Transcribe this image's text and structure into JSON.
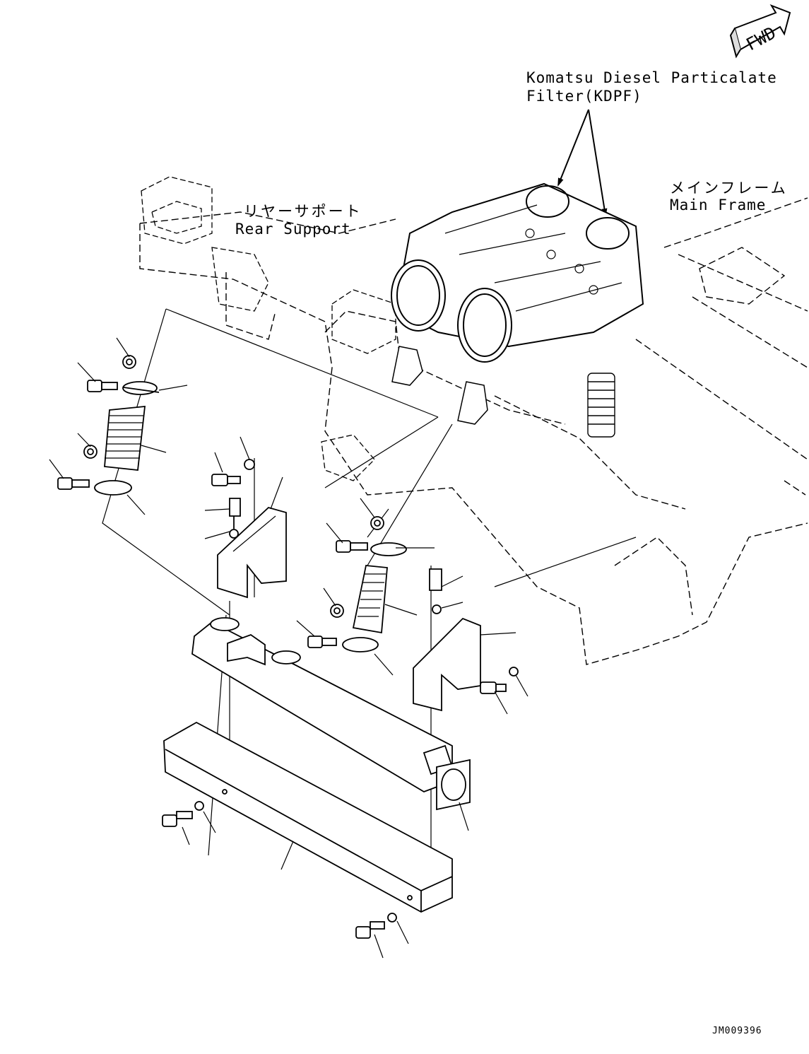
{
  "direction": {
    "label": "FWD",
    "icon": "forward-arrow-icon"
  },
  "labels": {
    "kdpf_line1": "Komatsu Diesel Particalate",
    "kdpf_line2": "Filter(KDPF)",
    "main_frame_jp": "メインフレーム",
    "main_frame_en": "Main Frame",
    "rear_support_jp": "リヤーサポート",
    "rear_support_en": "Rear Support"
  },
  "figure_id": "JM009396"
}
